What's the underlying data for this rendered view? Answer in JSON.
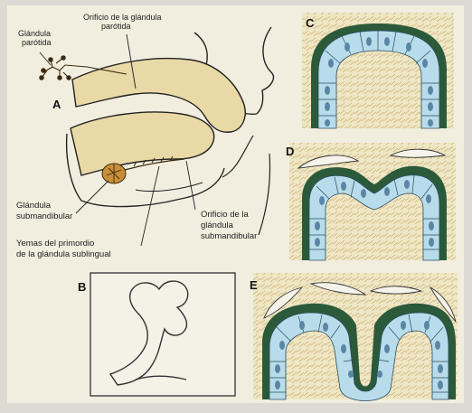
{
  "panels": {
    "a": "A",
    "b": "B",
    "c": "C",
    "d": "D",
    "e": "E"
  },
  "labels": {
    "parotid_gland_line1": "Glándula",
    "parotid_gland_line2": "parótida",
    "parotid_orifice_line1": "Orificio de la glándula",
    "parotid_orifice_line2": "parótida",
    "submandibular_gland_line1": "Glándula",
    "submandibular_gland_line2": "submandibular",
    "sublingual_buds_line1": "Yemas del primordio",
    "sublingual_buds_line2": "de la glándula sublingual",
    "submandibular_orifice_line1": "Orificio de la",
    "submandibular_orifice_line2": "glándula",
    "submandibular_orifice_line3": "submandibular"
  },
  "colors": {
    "background": "#dcdad2",
    "panel_bg": "#efe9c8",
    "tissue": "#e8d9a8",
    "epithelium_cell": "#b8dcea",
    "nucleus": "#5a86a6",
    "basement": "#2b5a3a",
    "outline": "#1e1e1e"
  }
}
